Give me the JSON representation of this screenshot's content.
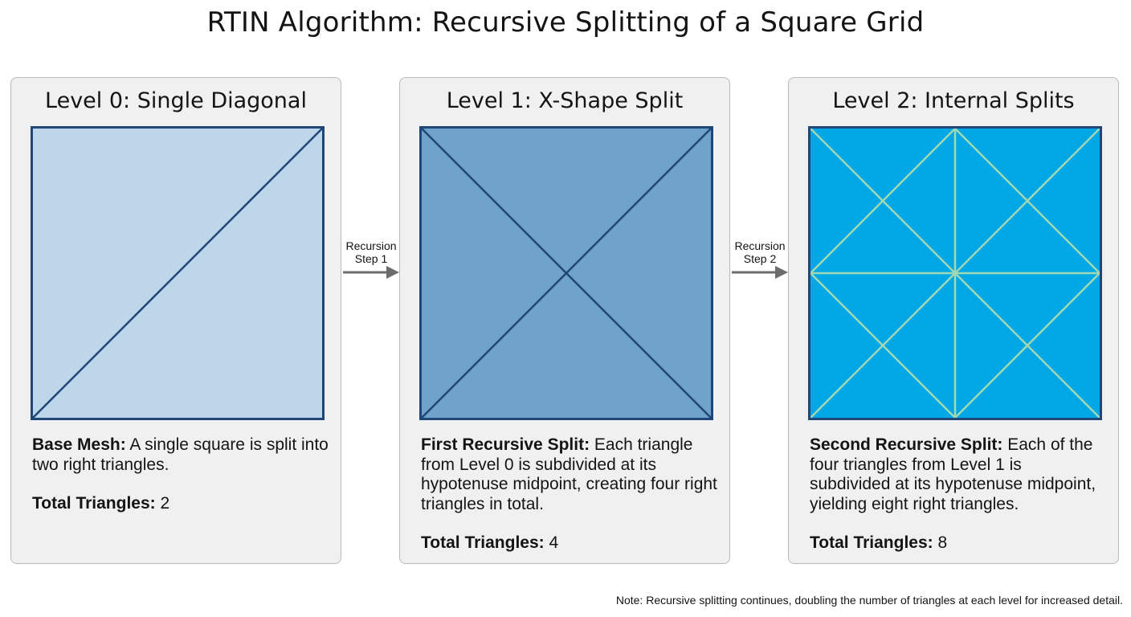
{
  "title": "RTIN Algorithm: Recursive Splitting of a Square Grid",
  "panels": [
    {
      "title": "Level 0: Single Diagonal",
      "fill": "#bed6ea",
      "stroke": "#1e4676",
      "desc_label": "Base Mesh:",
      "desc_text": " A single square is split into two right triangles.",
      "total_label": "Total Triangles:",
      "total_value": "2"
    },
    {
      "title": "Level 1: X-Shape Split",
      "fill": "#6fa3c9",
      "stroke": "#1e4676",
      "desc_label": "First Recursive Split:",
      "desc_text": " Each triangle from Level 0 is subdivided at its hypotenuse midpoint, creating four right triangles in total.",
      "total_label": "Total Triangles:",
      "total_value": "4"
    },
    {
      "title": "Level 2: Internal Splits",
      "fill": "#02a8e6",
      "stroke": "#1e4676",
      "inner_stroke": "#9fd8b4",
      "desc_label": "Second Recursive Split:",
      "desc_text": " Each of the four triangles from Level 1 is subdivided at its hypotenuse midpoint, yielding eight right triangles.",
      "total_label": "Total Triangles:",
      "total_value": "8"
    }
  ],
  "arrows": [
    {
      "line1": "Recursion",
      "line2": "Step 1"
    },
    {
      "line1": "Recursion",
      "line2": "Step 2"
    }
  ],
  "arrow_color": "#6d6d6d",
  "note": "Note: Recursive splitting continues, doubling the number of triangles at each level for increased detail."
}
